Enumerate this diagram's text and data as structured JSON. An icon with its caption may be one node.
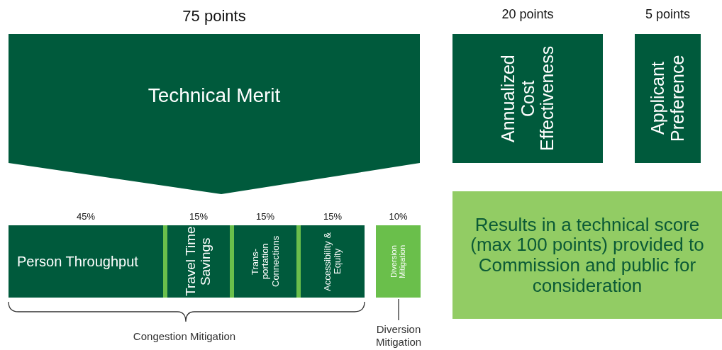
{
  "diagram": {
    "nodes": [
      {
        "text": [
          "Technical Merit"
        ],
        "beside": [
          "75 points"
        ]
      },
      {
        "text": [
          "Annualized Cost Effectiveness"
        ],
        "beside": [
          "20 points"
        ]
      },
      {
        "text": [
          "Applicant Preference"
        ],
        "beside": [
          "5 points"
        ]
      },
      {
        "text": [
          "Person Throughput"
        ],
        "beside": [
          "45%"
        ]
      },
      {
        "text": [
          "Travel Time Savings"
        ],
        "beside": [
          "15%"
        ]
      },
      {
        "text": [
          "Trans- portation Connections"
        ],
        "beside": [
          "15%"
        ]
      },
      {
        "text": [
          "Accessibility & Equity"
        ],
        "beside": [
          "15%"
        ]
      },
      {
        "text": [
          "Diversion Mitigation"
        ],
        "beside": [
          "10%"
        ]
      },
      {
        "text": [
          "Results in a technical score (max 100 points) provided to Commission and public for consideration"
        ]
      }
    ],
    "edges": [],
    "labels": [
      "Congestion Mitigation",
      "Diversion Mitigation"
    ]
  }
}
